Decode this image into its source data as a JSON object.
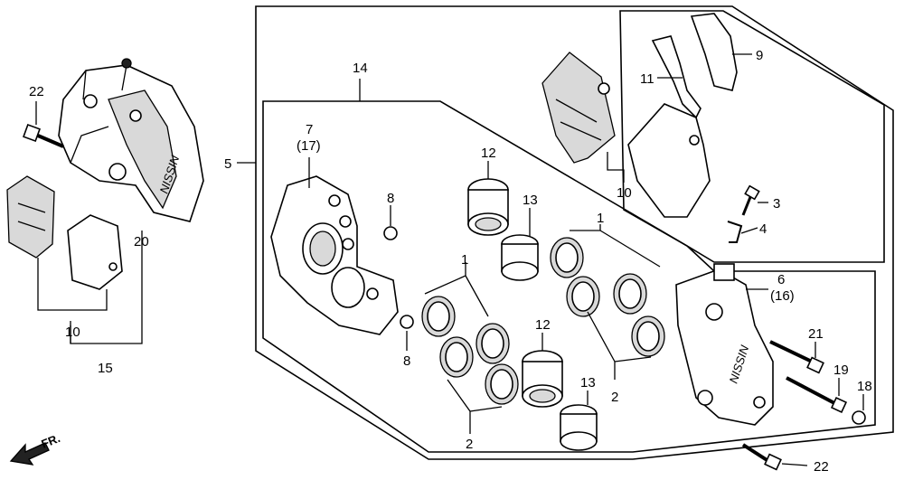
{
  "diagram": {
    "callouts": {
      "c1a": "1",
      "c1b": "1",
      "c2a": "2",
      "c2b": "2",
      "c3": "3",
      "c4": "4",
      "c5": "5",
      "c6": "6",
      "c6sub": "(16)",
      "c7": "7",
      "c7sub": "(17)",
      "c8a": "8",
      "c8b": "8",
      "c9": "9",
      "c10a": "10",
      "c10b": "10",
      "c11": "11",
      "c12a": "12",
      "c12b": "12",
      "c13a": "13",
      "c13b": "13",
      "c14": "14",
      "c15": "15",
      "c18": "18",
      "c19": "19",
      "c20": "20",
      "c21": "21",
      "c22a": "22",
      "c22b": "22"
    },
    "caliper_brand": "NISSIN",
    "front_label": "FR."
  }
}
